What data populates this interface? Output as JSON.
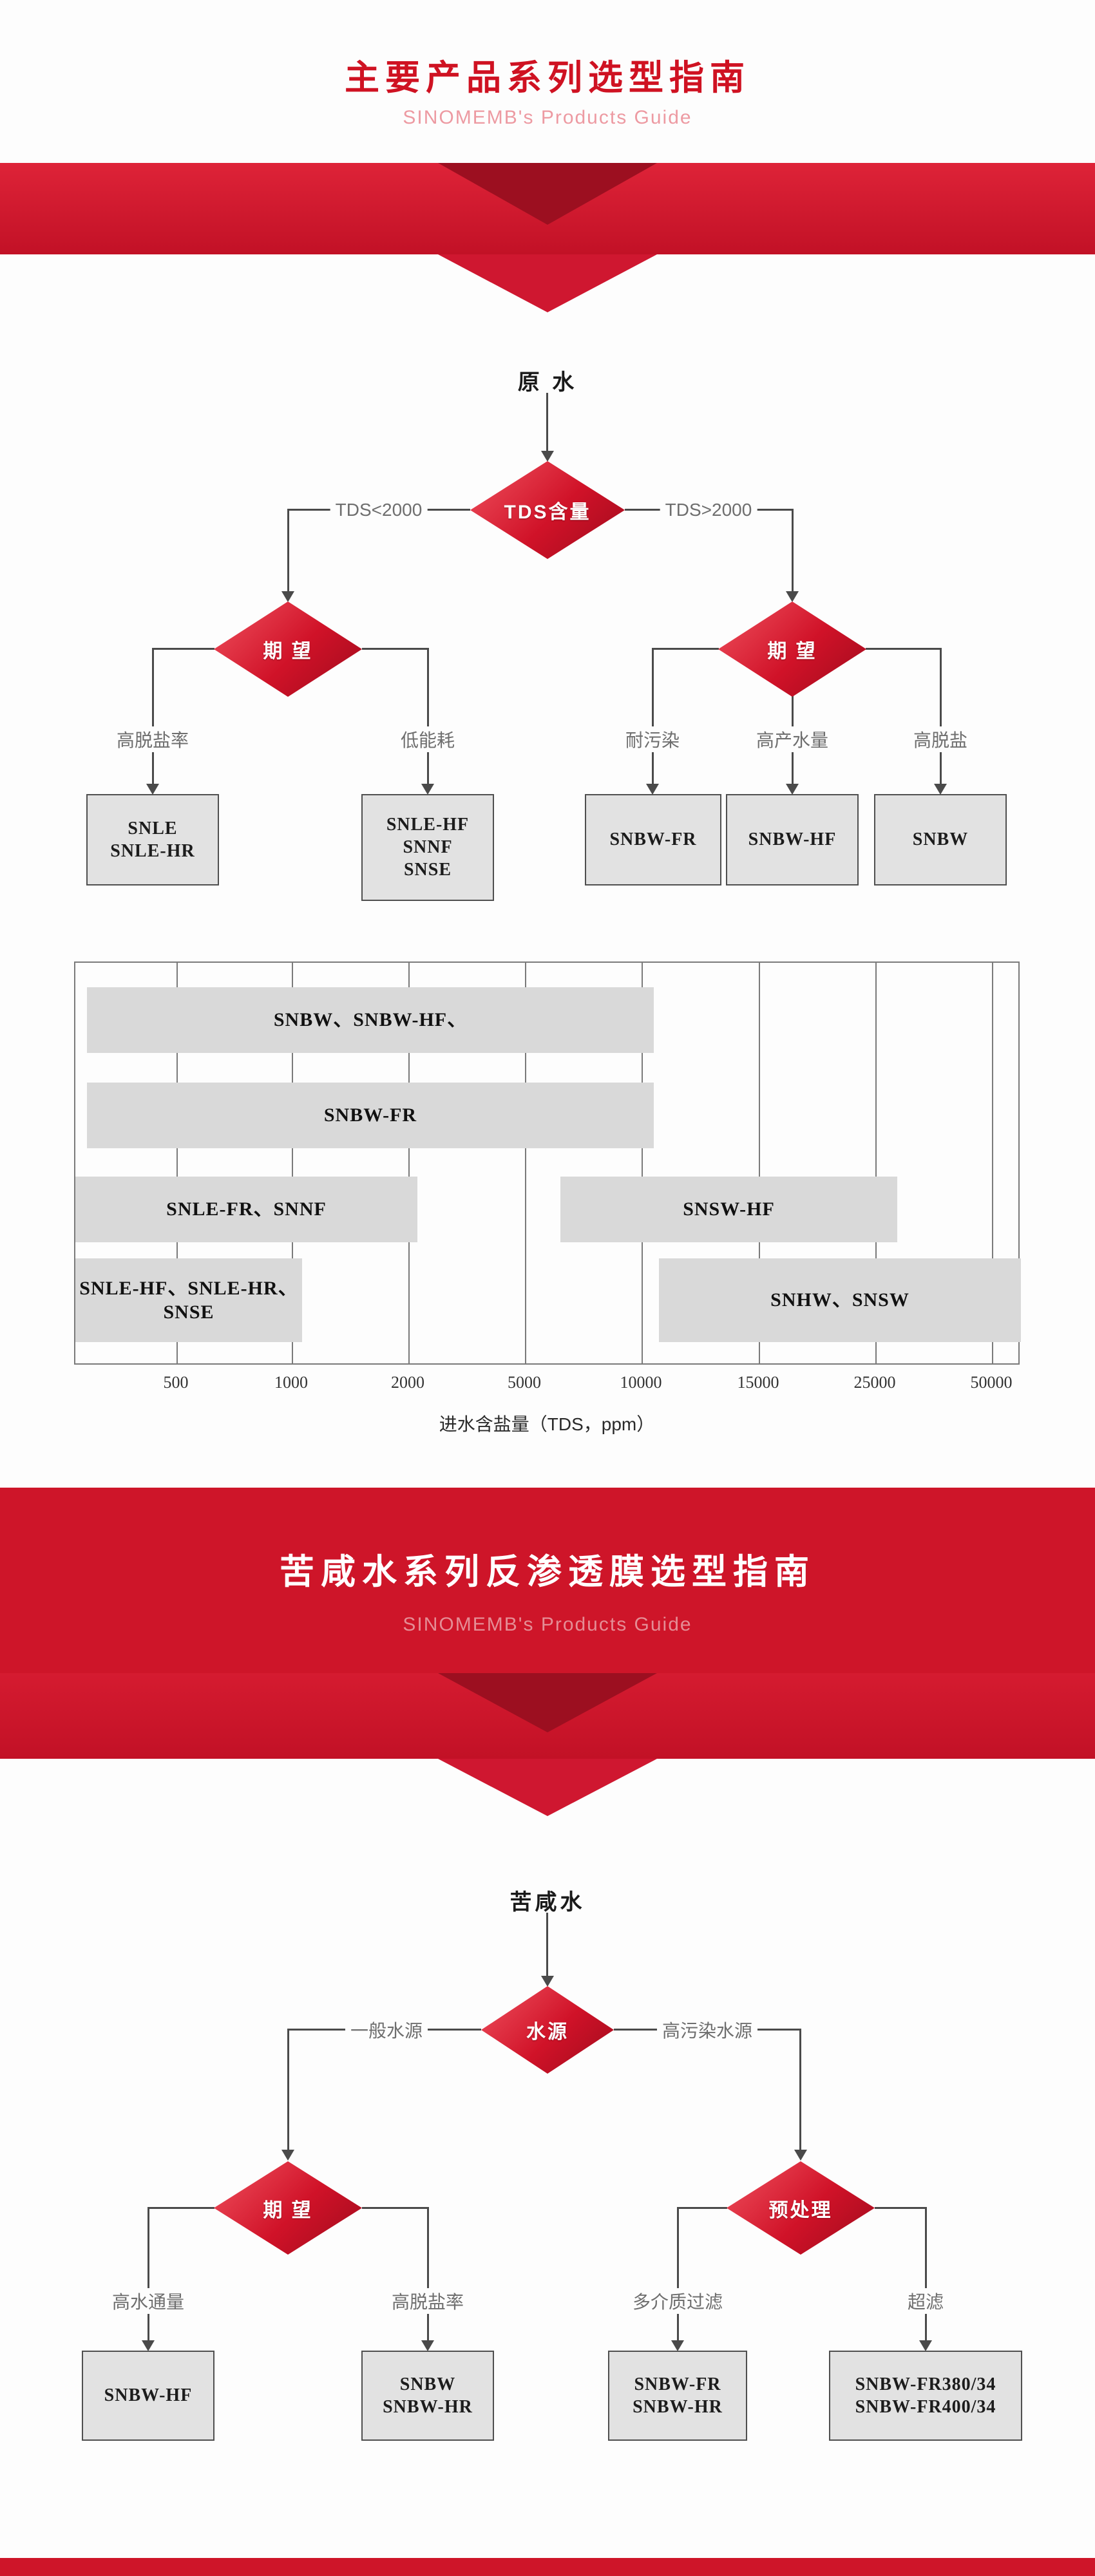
{
  "header1": {
    "title": "主要产品系列选型指南",
    "subtitle": "SINOMEMB's Products Guide"
  },
  "flow1": {
    "source": "原 水",
    "decision": "TDS含量",
    "left_condition": "TDS<2000",
    "right_condition": "TDS>2000",
    "left_decision": "期 望",
    "right_decision": "期 望",
    "criteria": [
      "高脱盐率",
      "低能耗",
      "耐污染",
      "高产水量",
      "高脱盐"
    ],
    "boxes": {
      "b1": [
        "SNLE",
        "SNLE-HR"
      ],
      "b2": [
        "SNLE-HF",
        "SNNF",
        "SNSE"
      ],
      "b3": [
        "SNBW-FR"
      ],
      "b4": [
        "SNBW-HF"
      ],
      "b5": [
        "SNBW"
      ]
    }
  },
  "chart_data": {
    "type": "bar",
    "variant": "horizontal-range",
    "title": "",
    "xlabel": "进水含盐量（TDS，ppm）",
    "ylabel": "",
    "x_scale": "log-like, tick labels evenly spaced",
    "grid": "vertical gridlines at each tick, outer border on plot",
    "x_ticks": [
      500,
      1000,
      2000,
      5000,
      10000,
      15000,
      25000,
      50000
    ],
    "tick_labels": [
      "500",
      "1000",
      "2000",
      "5000",
      "10000",
      "15000",
      "25000",
      "50000"
    ],
    "bars": [
      {
        "label": "SNBW、SNBW-HF、",
        "row": 1,
        "tds_range_ppm": [
          400,
          11000
        ]
      },
      {
        "label": "SNBW-FR",
        "row": 2,
        "tds_range_ppm": [
          400,
          11000
        ]
      },
      {
        "label": "SNLE-FR、SNNF",
        "row": 3,
        "tds_range_ppm": [
          300,
          2200
        ]
      },
      {
        "label": "SNSW-HF",
        "row": 3,
        "tds_range_ppm": [
          7000,
          27000
        ]
      },
      {
        "label": "SNLE-HF、SNLE-HR、SNSE",
        "label_lines": [
          "SNLE-HF、SNLE-HR、",
          "SNSE"
        ],
        "row": 4,
        "tds_range_ppm": [
          300,
          1100
        ]
      },
      {
        "label": "SNHW、SNSW",
        "row": 4,
        "tds_range_ppm": [
          12000,
          50000
        ]
      }
    ]
  },
  "header2": {
    "title": "苦咸水系列反渗透膜选型指南",
    "subtitle": "SINOMEMB's Products Guide"
  },
  "flow2": {
    "source": "苦咸水",
    "decision": "水源",
    "left_condition": "一般水源",
    "right_condition": "高污染水源",
    "left_decision": "期 望",
    "right_decision": "预处理",
    "criteria": [
      "高水通量",
      "高脱盐率",
      "多介质过滤",
      "超滤"
    ],
    "boxes": {
      "b1": [
        "SNBW-HF"
      ],
      "b2": [
        "SNBW",
        "SNBW-HR"
      ],
      "b3": [
        "SNBW-FR",
        "SNBW-HR"
      ],
      "b4": [
        "SNBW-FR380/34",
        "SNBW-FR400/34"
      ]
    }
  },
  "colors": {
    "primary_red": "#ce1529",
    "ribbon_red_light": "#de2338",
    "ribbon_red_dark": "#c21126",
    "notch_dark_red": "#9c0f20",
    "title_red": "#cf1222",
    "subtitle_pink": "#ed9aa2",
    "box_fill": "#e2e2e2",
    "bar_fill": "#d9d9d9",
    "line_gray": "#4a4a4a"
  }
}
